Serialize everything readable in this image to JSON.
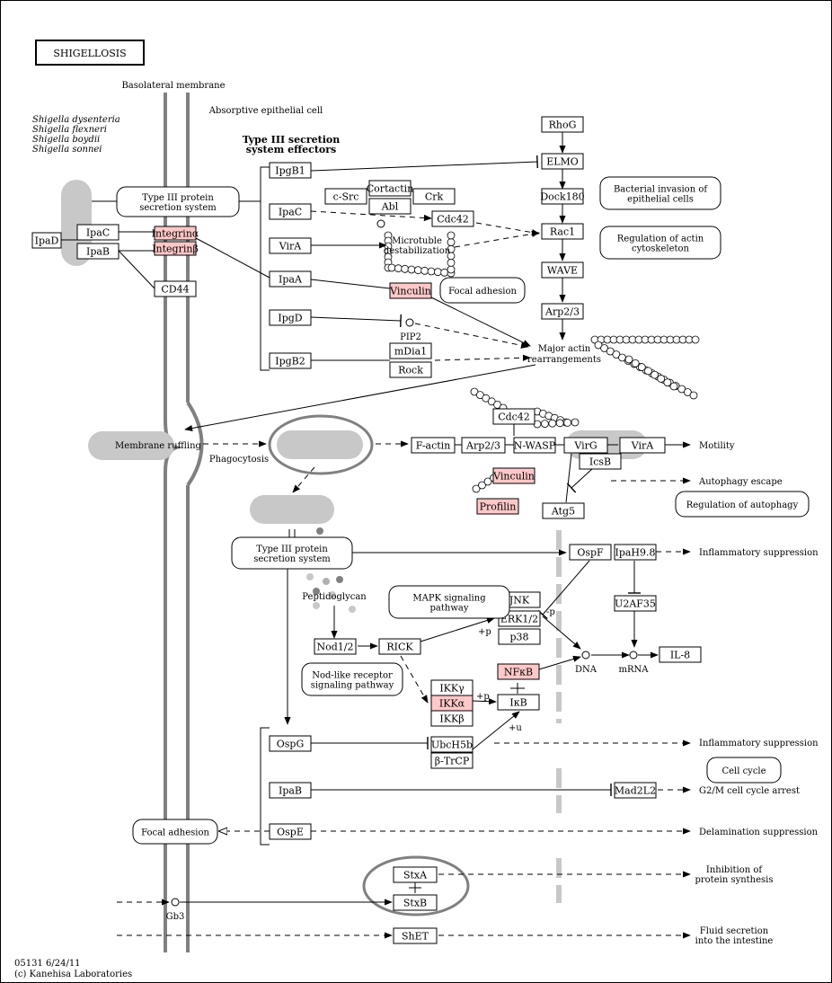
{
  "title": "SHIGELLOSIS",
  "membrane_label": "Basolateral membrane",
  "cell_label": "Absorptive epithelial cell",
  "species": [
    "Shigella dysenteria",
    "Shigella flexneri",
    "Shigella boydii",
    "Shigella sonnei"
  ],
  "effectors_header": [
    "Type III secretion",
    "system effectors"
  ],
  "nodes": {
    "ipad": "IpaD",
    "ipac1": "IpaC",
    "ipab1": "IpaB",
    "integrin_a": "Integrinα",
    "integrin_b": "Integrinβ",
    "cd44": "CD44",
    "ipgb1": "IpgB1",
    "ipac2": "IpaC",
    "vira": "VirA",
    "ipaa": "IpaA",
    "ipgd": "IpgD",
    "ipgb2": "IpgB2",
    "csrc": "c-Src",
    "cortactin": "Cortactin",
    "abl": "Abl",
    "crk": "Crk",
    "cdc42a": "Cdc42",
    "vinculin1": "Vinculin",
    "mdia1": "mDia1",
    "rock": "Rock",
    "rhog": "RhoG",
    "elmo": "ELMO",
    "dock180": "Dock180",
    "rac1": "Rac1",
    "wave": "WAVE",
    "arp23a": "Arp2/3",
    "cdc42b": "Cdc42",
    "factin": "F-actin",
    "arp23b": "Arp2/3",
    "nwasp": "N-WASP",
    "virg": "VirG",
    "vira2": "VirA",
    "icsb": "IcsB",
    "vinculin2": "Vinculin",
    "profilin": "Profilin",
    "atg5": "Atg5",
    "ospf": "OspF",
    "ipah98": "IpaH9.8",
    "u2af35": "U2AF35",
    "il8": "IL-8",
    "jnk": "JNK",
    "erk12": "ERK1/2",
    "p38": "p38",
    "nod12": "Nod1/2",
    "rick": "RICK",
    "nfkb": "NFκB",
    "ikkg": "IKKγ",
    "ikka": "IKKα",
    "ikkb": "IKKβ",
    "ikb": "IκB",
    "ospg": "OspG",
    "ubch5b": "UbcH5b",
    "btrcp": "β-TrCP",
    "ipab2": "IpaB",
    "mad2l2": "Mad2L2",
    "ospe": "OspE",
    "stxa": "StxA",
    "stxb": "StxB",
    "shet": "ShET"
  },
  "rounded_boxes": {
    "t3ss1": [
      "Type III protein",
      "secretion system"
    ],
    "t3ss2": [
      "Type III protein",
      "secretion system"
    ],
    "bacterial_invasion": [
      "Bacterial invasion of",
      "epithelial cells"
    ],
    "reg_actin": [
      "Regulation of actin",
      "cytoskeleton"
    ],
    "focal_adhesion1": [
      "Focal adhesion"
    ],
    "focal_adhesion2": [
      "Focal adhesion"
    ],
    "reg_autophagy": [
      "Regulation of autophagy"
    ],
    "mapk": [
      "MAPK signaling",
      "pathway"
    ],
    "nod_like": [
      "Nod-like receptor",
      "signaling pathway"
    ],
    "cell_cycle": [
      "Cell cycle"
    ]
  },
  "labels": {
    "microtubule": [
      "Microtuble",
      "destabilization"
    ],
    "major_actin": [
      "Major actin",
      "rearrangements"
    ],
    "pip2": "PIP2",
    "membrane_ruffling": "Membrane ruffling",
    "phagocytosis": "Phagocytosis",
    "peptidoglycan": "Peptidoglycan",
    "dna": "DNA",
    "mrna": "mRNA",
    "gb3": "Gb3",
    "plus_p1": "+p",
    "plus_p2": "+p",
    "minus_p": "-p",
    "plus_u": "+u"
  },
  "outcomes": {
    "motility": [
      "Motility"
    ],
    "autophagy_escape": [
      "Autophagy escape"
    ],
    "inflam1": [
      "Inflammatory suppression"
    ],
    "inflam2": [
      "Inflammatory suppression"
    ],
    "g2m": [
      "G2/M cell cycle arrest"
    ],
    "delamination": [
      "Delamination suppression"
    ],
    "protein_synth": [
      "Inhibition of",
      "protein synthesis"
    ],
    "fluid": [
      "Fluid secretion",
      "into the intestine"
    ]
  },
  "footer": [
    "05131 6/24/11",
    "(c) Kanehisa Laboratories"
  ],
  "colors": {
    "highlight": "#ffc8c8",
    "membrane": "#808080",
    "bacterium": "#c8c8c8"
  }
}
